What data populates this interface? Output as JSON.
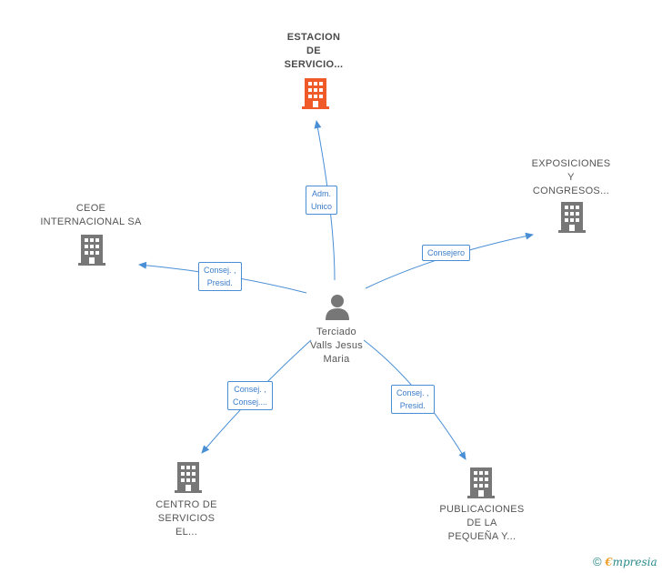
{
  "colors": {
    "edge": "#4a8fd6",
    "building": "#777777",
    "building_highlight": "#f05a28",
    "person": "#777777"
  },
  "center": {
    "label": "Terciado\nValls Jesus\nMaria",
    "icon": "person-icon"
  },
  "nodes": [
    {
      "id": "estacion",
      "label": "ESTACION\nDE\nSERVICIO...",
      "highlight": true,
      "icon": "building-icon"
    },
    {
      "id": "exposiciones",
      "label": "EXPOSICIONES\nY\nCONGRESOS...",
      "highlight": false,
      "icon": "building-icon"
    },
    {
      "id": "ceoe",
      "label": "CEOE\nINTERNACIONAL SA",
      "highlight": false,
      "icon": "building-icon"
    },
    {
      "id": "centro",
      "label": "CENTRO DE\nSERVICIOS\nEL...",
      "highlight": false,
      "icon": "building-icon"
    },
    {
      "id": "publicaciones",
      "label": "PUBLICACIONES\nDE LA\nPEQUEÑA Y...",
      "highlight": false,
      "icon": "building-icon"
    }
  ],
  "edges": [
    {
      "to": "estacion",
      "label": "Adm.\nUnico"
    },
    {
      "to": "exposiciones",
      "label": "Consejero"
    },
    {
      "to": "ceoe",
      "label": "Consej. ,\nPresid."
    },
    {
      "to": "centro",
      "label": "Consej. ,\nConsej...."
    },
    {
      "to": "publicaciones",
      "label": "Consej. ,\nPresid."
    }
  ],
  "footer": {
    "copyright": "©",
    "brand_first": "€",
    "brand_rest": "mpresia"
  }
}
